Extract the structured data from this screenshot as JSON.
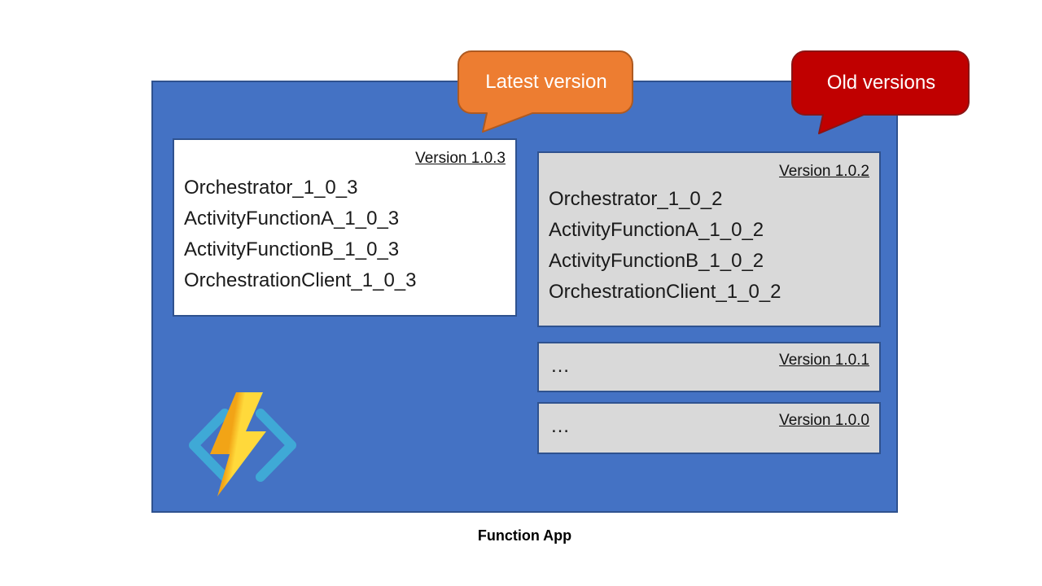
{
  "colors": {
    "app_fill": "#4472C4",
    "app_border": "#2F528F",
    "latest_box_fill": "#FFFFFF",
    "old_box_fill": "#D9D9D9",
    "box_border": "#2F528F",
    "latest_callout_fill": "#ED7D31",
    "latest_callout_border": "#AE5A21",
    "old_callout_fill": "#C00000",
    "old_callout_border": "#8B1414",
    "callout_text": "#FFFFFF",
    "icon_bracket": "#3FA9D6",
    "icon_bolt_dark": "#F2A416",
    "icon_bolt_light": "#FFD93B"
  },
  "callouts": {
    "latest": {
      "label": "Latest version"
    },
    "old": {
      "label": "Old versions"
    }
  },
  "app": {
    "label": "Function App",
    "versions": [
      {
        "version_label": "Version 1.0.3",
        "functions": [
          "Orchestrator_1_0_3",
          "ActivityFunctionA_1_0_3",
          "ActivityFunctionB_1_0_3",
          "OrchestrationClient_1_0_3"
        ]
      },
      {
        "version_label": "Version 1.0.2",
        "functions": [
          "Orchestrator_1_0_2",
          "ActivityFunctionA_1_0_2",
          "ActivityFunctionB_1_0_2",
          "OrchestrationClient_1_0_2"
        ]
      },
      {
        "version_label": "Version 1.0.1",
        "placeholder": "…"
      },
      {
        "version_label": "Version 1.0.0",
        "placeholder": "…"
      }
    ]
  },
  "icon": {
    "name": "azure-functions-icon"
  }
}
